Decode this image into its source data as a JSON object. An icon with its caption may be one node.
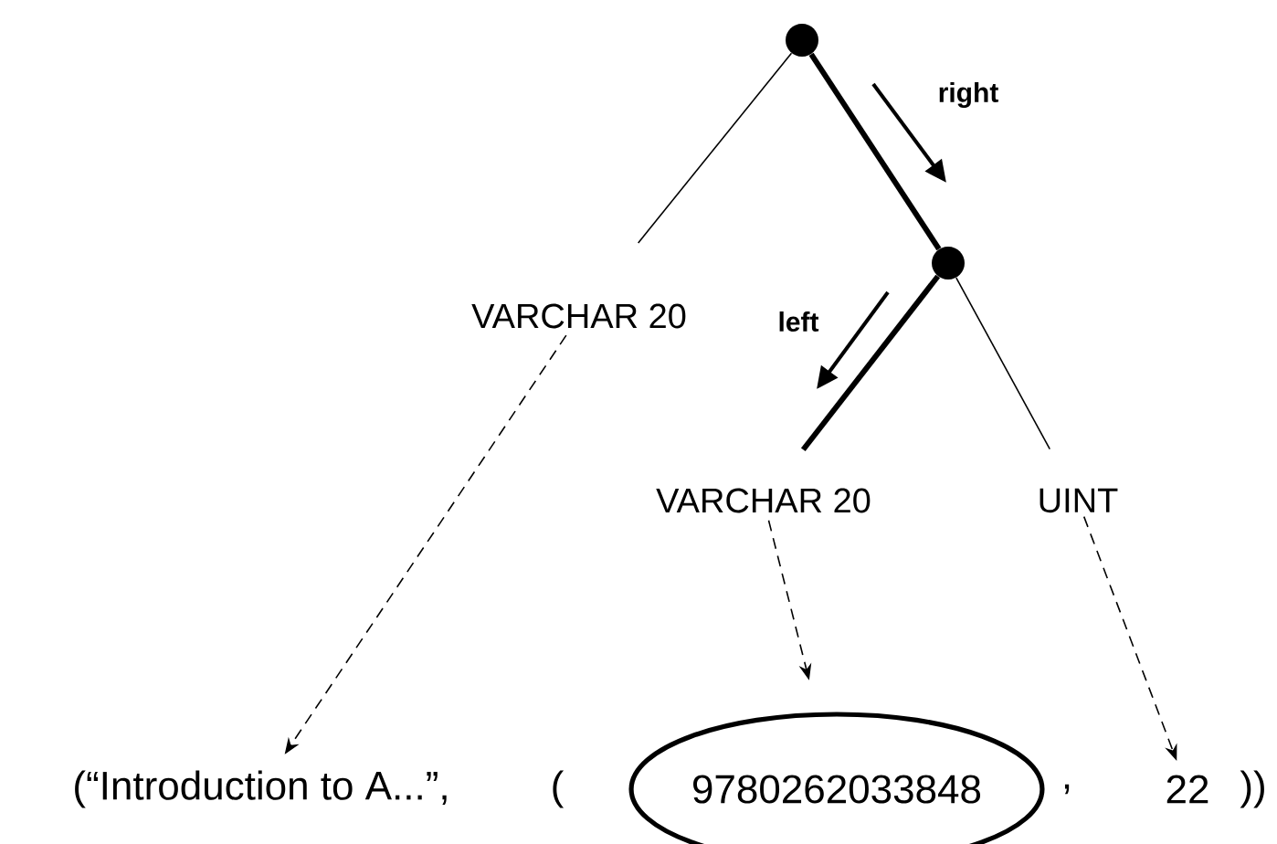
{
  "diagram": {
    "nodes": [
      {
        "text": [],
        "shape": "circle"
      },
      {
        "text": [],
        "shape": "circle"
      },
      {
        "text": [
          "VARCHAR 20"
        ]
      },
      {
        "text": [
          "VARCHAR 20"
        ]
      },
      {
        "text": [
          "UINT"
        ]
      },
      {
        "text": [
          "(“Introduction to A...”,"
        ]
      },
      {
        "text": [
          "9780262033848"
        ]
      },
      {
        "text": [
          "22"
        ]
      }
    ],
    "edges": [
      {
        "from": 0,
        "to": 2,
        "arrow": "none"
      },
      {
        "from": 0,
        "to": 1,
        "arrow": "none",
        "style": "thick",
        "label": "right"
      },
      {
        "from": 1,
        "to": 3,
        "arrow": "none",
        "style": "thick",
        "label": "left"
      },
      {
        "from": 1,
        "to": 4,
        "arrow": "none"
      },
      {
        "from": 2,
        "to": 5,
        "arrow": "to",
        "style": "dashed"
      },
      {
        "from": 3,
        "to": 6,
        "arrow": "to",
        "style": "dashed"
      },
      {
        "from": 4,
        "to": 7,
        "arrow": "to",
        "style": "dashed"
      }
    ],
    "labels": [
      "(",
      ",",
      "))"
    ]
  }
}
